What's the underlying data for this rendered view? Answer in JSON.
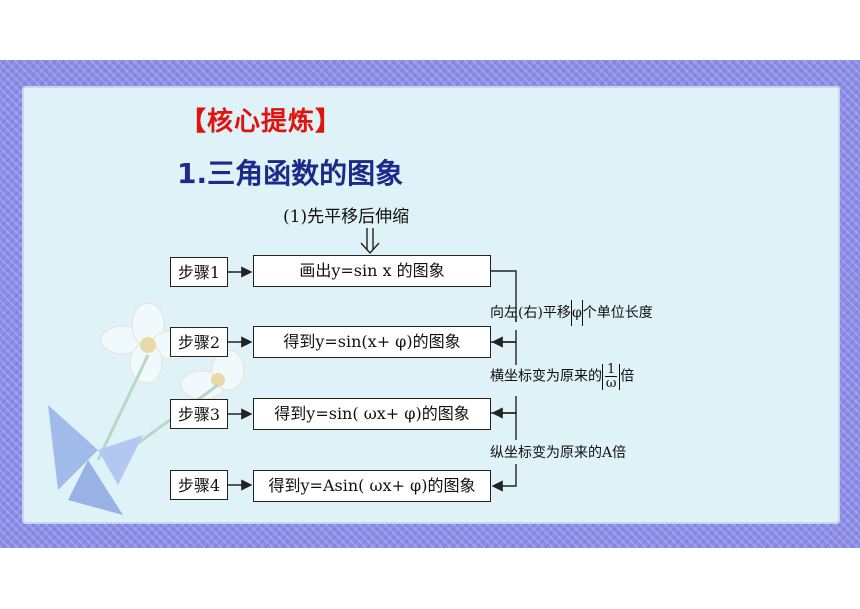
{
  "heading": "【核心提炼】",
  "section_title": "1.三角函数的图象",
  "subtitle": "(1)先平移后伸缩",
  "steps": [
    {
      "label": "步骤1",
      "text": "画出y=sin x 的图象"
    },
    {
      "label": "步骤2",
      "text": "得到y=sin(x+ φ)的图象"
    },
    {
      "label": "步骤3",
      "text": "得到y=sin( ωx+ φ)的图象"
    },
    {
      "label": "步骤4",
      "text": "得到y=Asin( ωx+ φ)的图象"
    }
  ],
  "transforms": {
    "t1_prefix": "向左(右)平移",
    "t1_phi": "φ",
    "t1_suffix": "个单位长度",
    "t2_prefix": "横坐标变为原来的",
    "t2_num": "1",
    "t2_den": "ω",
    "t2_suffix": "倍",
    "t3": "纵坐标变为原来的A倍"
  }
}
